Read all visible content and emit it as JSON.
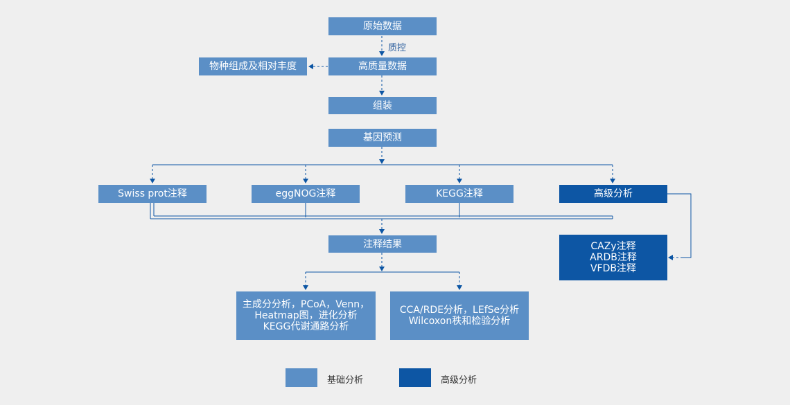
{
  "nodes": {
    "raw_data": "原始数据",
    "qc_label": "质控",
    "hq_data": "高质量数据",
    "species": "物种组成及相对丰度",
    "assembly": "组装",
    "gene_pred": "基因预测",
    "swiss": "Swiss prot注释",
    "eggnog": "eggNOG注释",
    "kegg": "KEGG注释",
    "advanced": "高级分析",
    "result": "注释结果",
    "adv_list": [
      "CAZy注释",
      "ARDB注释",
      "VFDB注释"
    ],
    "basic_analysis": [
      "主成分分析，PCoA，Venn，",
      "Heatmap图，进化分析",
      "KEGG代谢通路分析"
    ],
    "stat_analysis": [
      "CCA/RDE分析，LEfSe分析",
      "Wilcoxon秩和检验分析"
    ]
  },
  "legend": {
    "basic": "基础分析",
    "advanced": "高级分析"
  },
  "colors": {
    "basic": "#5b8fc6",
    "advanced": "#0d56a4",
    "connector": "#0d56a4",
    "background": "#efefef"
  }
}
